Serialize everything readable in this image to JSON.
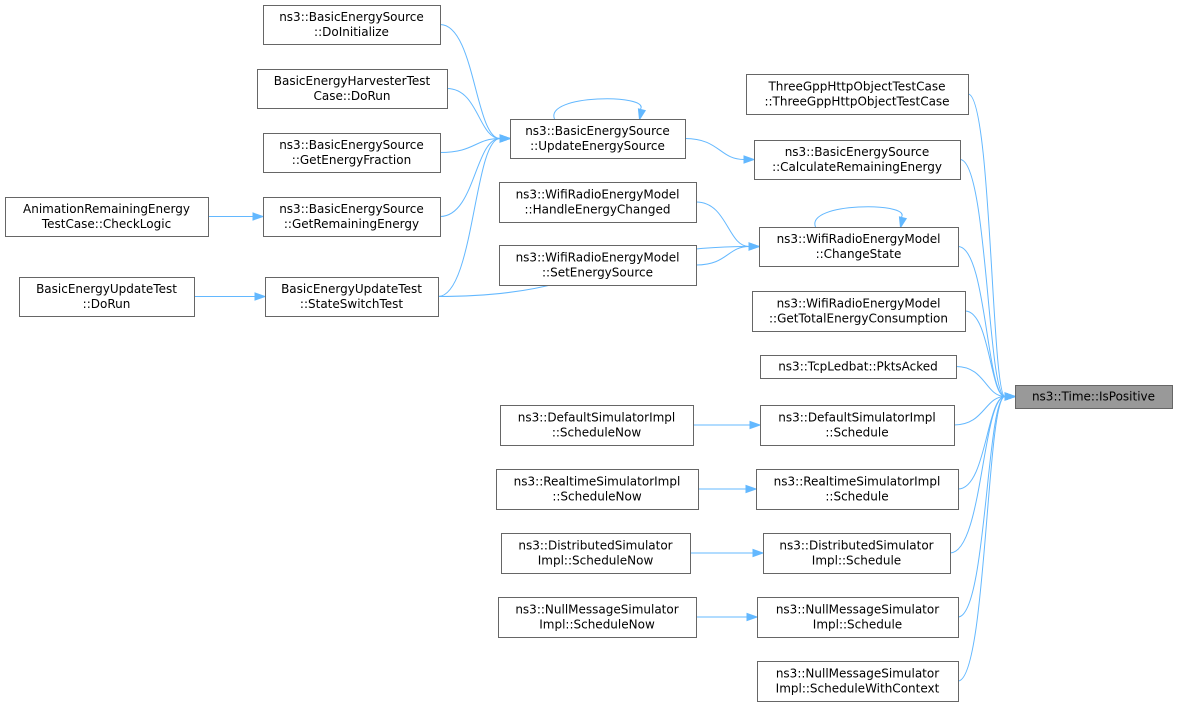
{
  "nodes": {
    "ispositive": {
      "lines": [
        "ns3::Time::IsPositive"
      ],
      "focus": true
    },
    "bes_doinit": {
      "lines": [
        "ns3::BasicEnergySource",
        "::DoInitialize"
      ]
    },
    "behtc_dorun": {
      "lines": [
        "BasicEnergyHarvesterTest",
        "Case::DoRun"
      ]
    },
    "bes_getfrac": {
      "lines": [
        "ns3::BasicEnergySource",
        "::GetEnergyFraction"
      ]
    },
    "arec_check": {
      "lines": [
        "AnimationRemainingEnergy",
        "TestCase::CheckLogic"
      ]
    },
    "bes_getrem": {
      "lines": [
        "ns3::BasicEnergySource",
        "::GetRemainingEnergy"
      ]
    },
    "beut_dorun": {
      "lines": [
        "BasicEnergyUpdateTest",
        "::DoRun"
      ]
    },
    "beut_sst": {
      "lines": [
        "BasicEnergyUpdateTest",
        "::StateSwitchTest"
      ]
    },
    "bes_update": {
      "lines": [
        "ns3::BasicEnergySource",
        "::UpdateEnergySource"
      ]
    },
    "wrem_handle": {
      "lines": [
        "ns3::WifiRadioEnergyModel",
        "::HandleEnergyChanged"
      ]
    },
    "wrem_setsrc": {
      "lines": [
        "ns3::WifiRadioEnergyModel",
        "::SetEnergySource"
      ]
    },
    "tgpp_ctor": {
      "lines": [
        "ThreeGppHttpObjectTestCase",
        "::ThreeGppHttpObjectTestCase"
      ]
    },
    "bes_calc": {
      "lines": [
        "ns3::BasicEnergySource",
        "::CalculateRemainingEnergy"
      ]
    },
    "wrem_change": {
      "lines": [
        "ns3::WifiRadioEnergyModel",
        "::ChangeState"
      ]
    },
    "wrem_total": {
      "lines": [
        "ns3::WifiRadioEnergyModel",
        "::GetTotalEnergyConsumption"
      ]
    },
    "ledbat": {
      "lines": [
        "ns3::TcpLedbat::PktsAcked"
      ]
    },
    "dsi_now": {
      "lines": [
        "ns3::DefaultSimulatorImpl",
        "::ScheduleNow"
      ]
    },
    "dsi_sched": {
      "lines": [
        "ns3::DefaultSimulatorImpl",
        "::Schedule"
      ]
    },
    "rsi_now": {
      "lines": [
        "ns3::RealtimeSimulatorImpl",
        "::ScheduleNow"
      ]
    },
    "rsi_sched": {
      "lines": [
        "ns3::RealtimeSimulatorImpl",
        "::Schedule"
      ]
    },
    "dist_now": {
      "lines": [
        "ns3::DistributedSimulator",
        "Impl::ScheduleNow"
      ]
    },
    "dist_sched": {
      "lines": [
        "ns3::DistributedSimulator",
        "Impl::Schedule"
      ]
    },
    "nms_now": {
      "lines": [
        "ns3::NullMessageSimulator",
        "Impl::ScheduleNow"
      ]
    },
    "nms_sched": {
      "lines": [
        "ns3::NullMessageSimulator",
        "Impl::Schedule"
      ]
    },
    "nms_ctx": {
      "lines": [
        "ns3::NullMessageSimulator",
        "Impl::ScheduleWithContext"
      ]
    }
  },
  "edges": [
    [
      "bes_doinit",
      "bes_update"
    ],
    [
      "behtc_dorun",
      "bes_update"
    ],
    [
      "bes_getfrac",
      "bes_update"
    ],
    [
      "bes_getrem",
      "bes_update"
    ],
    [
      "beut_sst",
      "bes_update"
    ],
    [
      "bes_update",
      "bes_update"
    ],
    [
      "arec_check",
      "bes_getrem"
    ],
    [
      "beut_dorun",
      "beut_sst"
    ],
    [
      "bes_update",
      "bes_calc"
    ],
    [
      "wrem_handle",
      "wrem_change"
    ],
    [
      "wrem_setsrc",
      "wrem_change"
    ],
    [
      "beut_sst",
      "wrem_change"
    ],
    [
      "wrem_change",
      "wrem_change"
    ],
    [
      "dsi_now",
      "dsi_sched"
    ],
    [
      "rsi_now",
      "rsi_sched"
    ],
    [
      "dist_now",
      "dist_sched"
    ],
    [
      "nms_now",
      "nms_sched"
    ],
    [
      "tgpp_ctor",
      "ispositive"
    ],
    [
      "bes_calc",
      "ispositive"
    ],
    [
      "wrem_change",
      "ispositive"
    ],
    [
      "wrem_total",
      "ispositive"
    ],
    [
      "ledbat",
      "ispositive"
    ],
    [
      "dsi_sched",
      "ispositive"
    ],
    [
      "rsi_sched",
      "ispositive"
    ],
    [
      "dist_sched",
      "ispositive"
    ],
    [
      "nms_sched",
      "ispositive"
    ],
    [
      "nms_ctx",
      "ispositive"
    ]
  ],
  "colors": {
    "edge": "#63b8ff",
    "node_border": "#666666",
    "focus_fill": "#999999"
  }
}
